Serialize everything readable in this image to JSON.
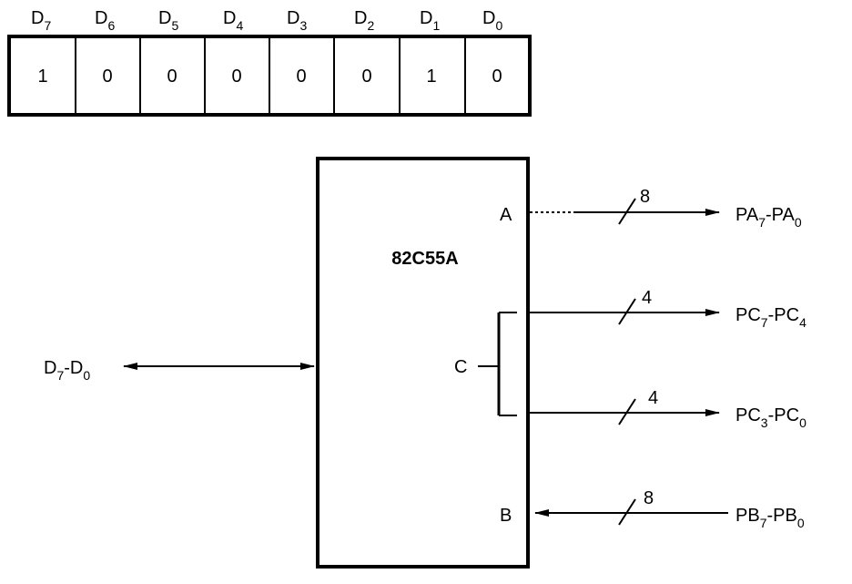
{
  "control_word": {
    "bits": [
      {
        "name": "D",
        "index": "7",
        "value": "1"
      },
      {
        "name": "D",
        "index": "6",
        "value": "0"
      },
      {
        "name": "D",
        "index": "5",
        "value": "0"
      },
      {
        "name": "D",
        "index": "4",
        "value": "0"
      },
      {
        "name": "D",
        "index": "3",
        "value": "0"
      },
      {
        "name": "D",
        "index": "2",
        "value": "0"
      },
      {
        "name": "D",
        "index": "1",
        "value": "1"
      },
      {
        "name": "D",
        "index": "0",
        "value": "0"
      }
    ]
  },
  "chip": {
    "name": "82C55A",
    "port_a": "A",
    "port_b": "B",
    "port_c": "C"
  },
  "signals": {
    "data_bus": {
      "a": "D",
      "a_sub": "7",
      "sep": "-",
      "b": "D",
      "b_sub": "0"
    },
    "pa": {
      "a": "PA",
      "a_sub": "7",
      "sep": "-",
      "b": "PA",
      "b_sub": "0",
      "width": "8"
    },
    "pc_upper": {
      "a": "PC",
      "a_sub": "7",
      "sep": "-",
      "b": "PC",
      "b_sub": "4",
      "width": "4"
    },
    "pc_lower": {
      "a": "PC",
      "a_sub": "3",
      "sep": "-",
      "b": "PC",
      "b_sub": "0",
      "width": "4"
    },
    "pb": {
      "a": "PB",
      "a_sub": "7",
      "sep": "-",
      "b": "PB",
      "b_sub": "0",
      "width": "8"
    }
  }
}
